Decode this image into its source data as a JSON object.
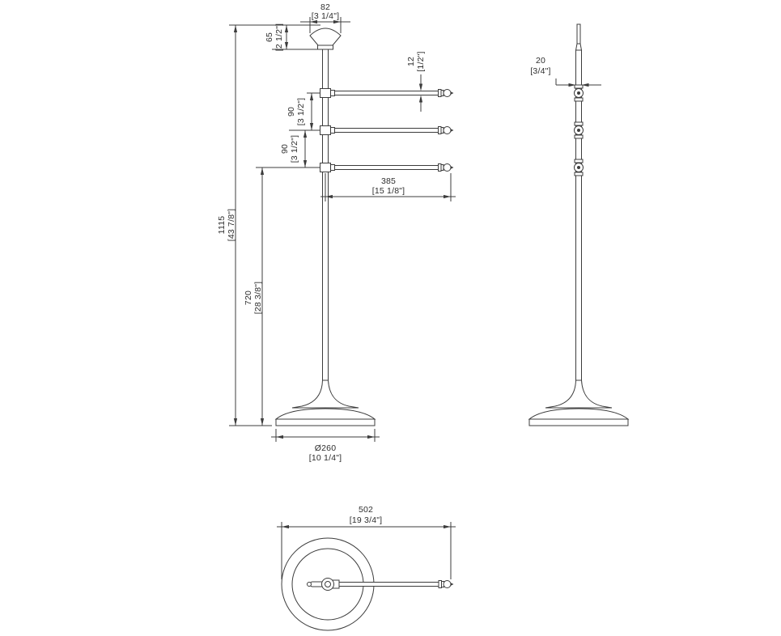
{
  "page": {
    "background": "#ffffff",
    "line_color": "#3c3c3c",
    "text_color": "#2e2e2e"
  },
  "dimensions": {
    "finial_width": {
      "mm": "82",
      "inch": "[3 1/4\"]"
    },
    "finial_height": {
      "mm": "65",
      "inch": "[2 1/2\"]"
    },
    "arm_thickness": {
      "mm": "12",
      "inch": "[1/2\"]"
    },
    "arm_spacing_upper": {
      "mm": "90",
      "inch": "[3 1/2\"]"
    },
    "arm_spacing_lower": {
      "mm": "90",
      "inch": "[3 1/2\"]"
    },
    "arm_length": {
      "mm": "385",
      "inch": "[15 1/8\"]"
    },
    "total_height": {
      "mm": "1115",
      "inch": "[43 7/8\"]"
    },
    "arm_clearance_height": {
      "mm": "720",
      "inch": "[28 3/8\"]"
    },
    "base_diameter": {
      "mm": "Ø260",
      "inch": "[10 1/4\"]"
    },
    "pole_diameter": {
      "mm": "20",
      "inch": "[3/4\"]"
    },
    "overall_depth": {
      "mm": "502",
      "inch": "[19 3/4\"]"
    }
  }
}
